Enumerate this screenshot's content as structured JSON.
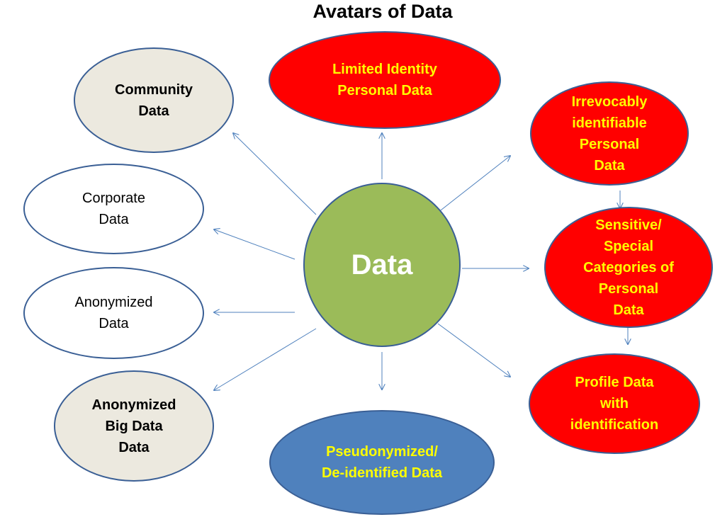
{
  "title": "Avatars of Data",
  "colors": {
    "red": "#ff0000",
    "yellow_text": "#ffff00",
    "green": "#9bbb59",
    "blue": "#4f81bd",
    "beige": "#ece9df",
    "outline": "#3a5f95",
    "arrow": "#4f81bd"
  },
  "nodes": {
    "center": "Data",
    "community": "Community\nData",
    "corporate": "Corporate\nData",
    "anonymized": "Anonymized\nData",
    "anonymized_big": "Anonymized\nBig Data\nData",
    "limited_identity": "Limited Identity\nPersonal Data",
    "irrevocably": "Irrevocably\nidentifiable\nPersonal\nData",
    "sensitive": "Sensitive/\nSpecial\nCategories of\nPersonal\nData",
    "profile": "Profile Data\nwith\nidentification",
    "pseudonymized": "Pseudonymized/\nDe-identified Data"
  }
}
